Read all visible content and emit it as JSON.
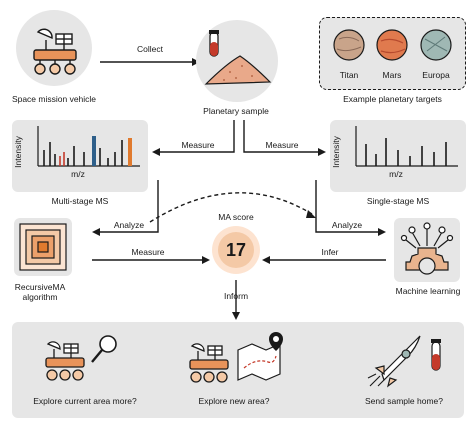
{
  "nodes": {
    "vehicle": "Space mission vehicle",
    "sample": "Planetary sample",
    "targets_caption": "Example planetary targets",
    "targets": [
      "Titan",
      "Mars",
      "Europa"
    ],
    "multistage": "Multi-stage MS",
    "singlestage": "Single-stage MS",
    "recursive": "RecursiveMA algorithm",
    "ml": "Machine learning",
    "ma_title": "MA score",
    "ma_value": "17"
  },
  "spectrum_axes": {
    "y": "Intensity",
    "x": "m/z"
  },
  "edges": {
    "collect": "Collect",
    "measure_left": "Measure",
    "measure_right": "Measure",
    "analyze_left": "Analyze",
    "analyze_right": "Analyze",
    "measure_center": "Measure",
    "infer": "Infer",
    "inform": "Inform"
  },
  "decisions": [
    "Explore current area more?",
    "Explore new area?",
    "Send sample home?"
  ],
  "colors": {
    "panel": "#e6e6e6",
    "orange": "#e07a2e",
    "light_orange": "#f4c9a6",
    "red": "#c43a2a",
    "blue": "#2e5f8a",
    "sand": "#e9a98a"
  }
}
